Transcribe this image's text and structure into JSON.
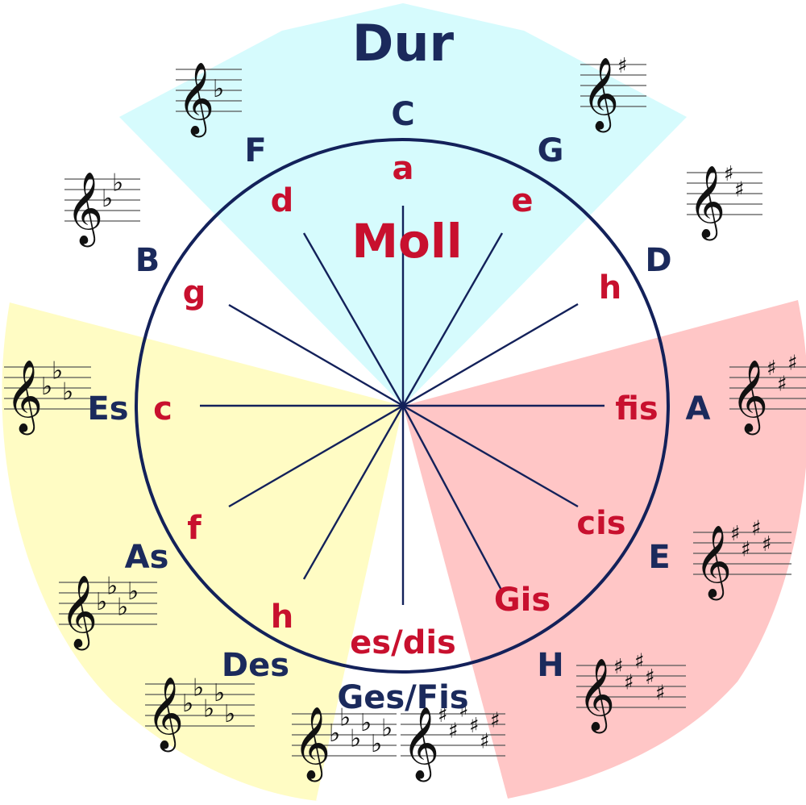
{
  "colors": {
    "dur": "#1b2a5c",
    "moll": "#c8102e",
    "ring": "#13215a",
    "spoke": "#13215a",
    "sector_top": "#d6fbfd",
    "sector_left": "#fffcc4",
    "sector_right": "#ffc6c6",
    "staff_ink": "#111111"
  },
  "titles": {
    "dur": "Dur",
    "moll": "Moll"
  },
  "keys": [
    {
      "dur": "C",
      "moll": "a",
      "sig": ""
    },
    {
      "dur": "G",
      "moll": "e",
      "sig": "#"
    },
    {
      "dur": "D",
      "moll": "h",
      "sig": "##"
    },
    {
      "dur": "A",
      "moll": "fis",
      "sig": "###"
    },
    {
      "dur": "E",
      "moll": "cis",
      "sig": "####"
    },
    {
      "dur": "H",
      "moll": "Gis",
      "sig": "#####"
    },
    {
      "dur": "Ges/Fis",
      "moll": "es/dis",
      "sig": "bbbbbb|######"
    },
    {
      "dur": "Des",
      "moll": "h",
      "sig": "bbbbb"
    },
    {
      "dur": "As",
      "moll": "f",
      "sig": "bbbb"
    },
    {
      "dur": "Es",
      "moll": "c",
      "sig": "bbb"
    },
    {
      "dur": "B",
      "moll": "g",
      "sig": "bb"
    },
    {
      "dur": "F",
      "moll": "d",
      "sig": "b"
    }
  ]
}
